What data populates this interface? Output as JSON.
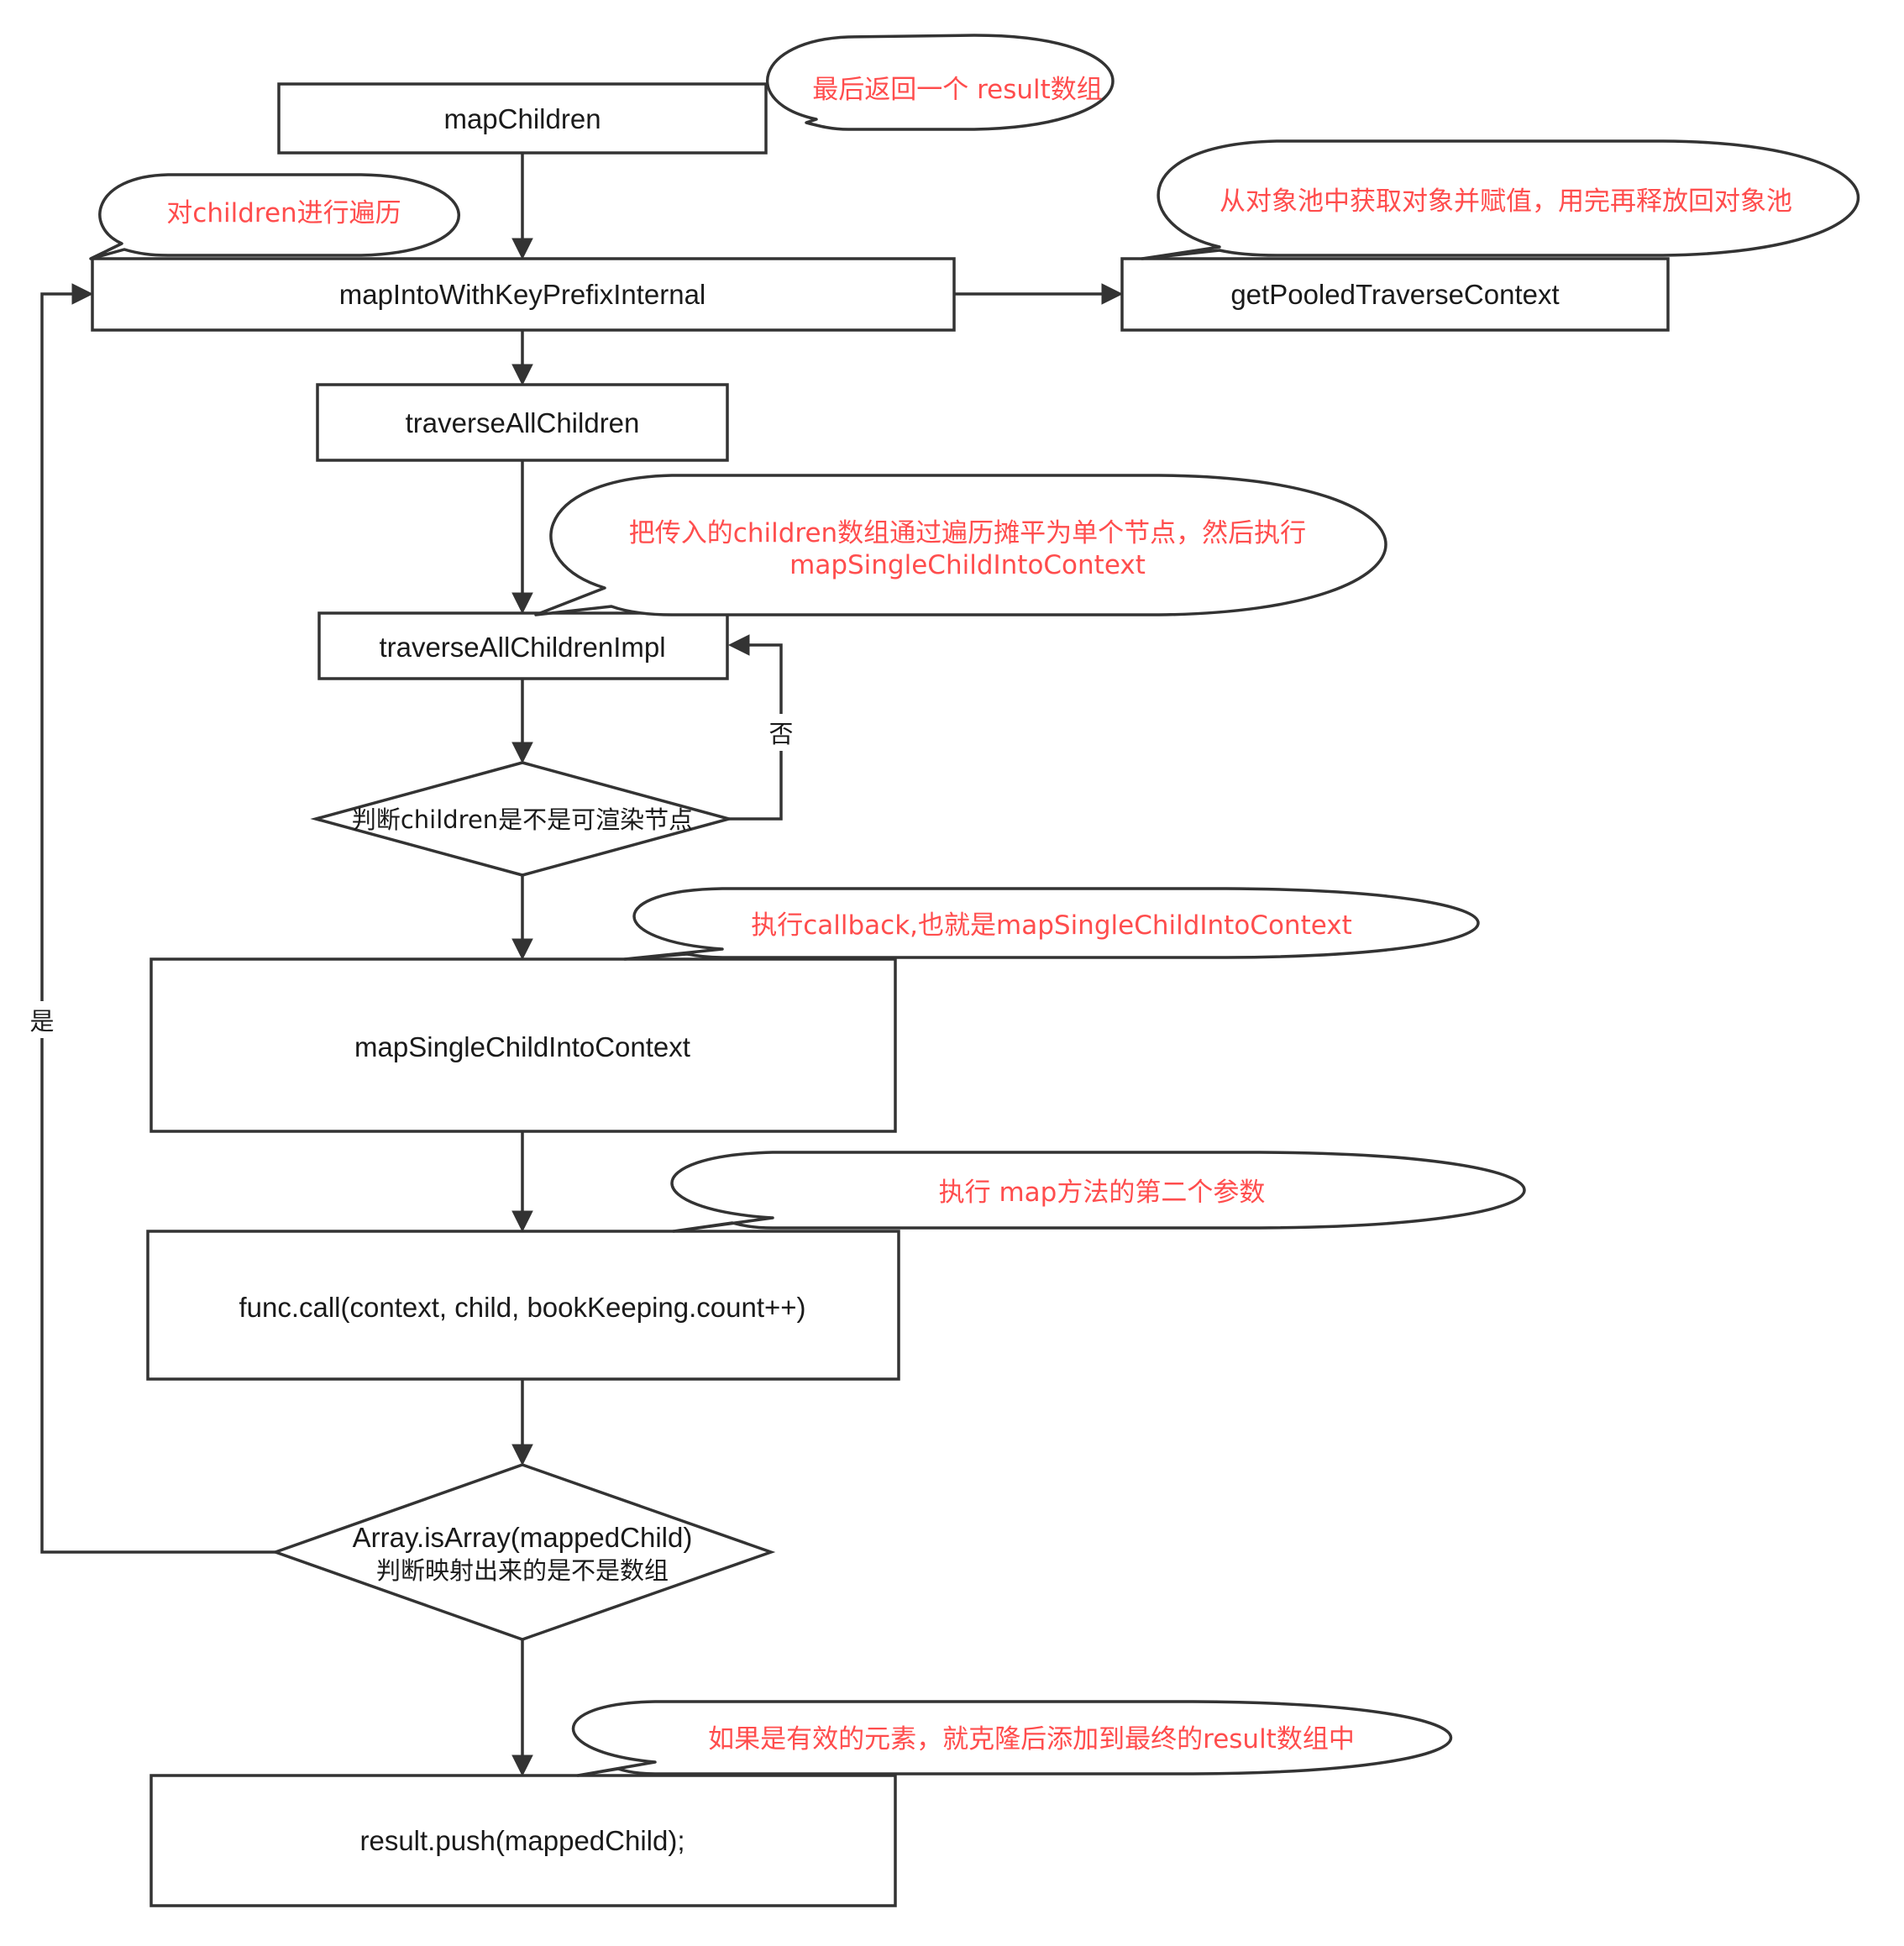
{
  "nodes": {
    "map_children": "mapChildren",
    "map_into_with_key_prefix_internal": "mapIntoWithKeyPrefixInternal",
    "get_pooled_traverse_context": "getPooledTraverseContext",
    "traverse_all_children": "traverseAllChildren",
    "traverse_all_children_impl": "traverseAllChildrenImpl",
    "renderable_check": "判断children是不是可渲染节点",
    "map_single_child_into_context": "mapSingleChildIntoContext",
    "func_call": "func.call(context, child, bookKeeping.count++)",
    "is_array_check_line1": "Array.isArray(mappedChild)",
    "is_array_check_line2": "判断映射出来的是不是数组",
    "result_push": "result.push(mappedChild);"
  },
  "notes": {
    "return_result": "最后返回一个 result数组",
    "traverse_children": "对children进行遍历",
    "object_pool": "从对象池中获取对象并赋值，用完再释放回对象池",
    "flatten_line1": "把传入的children数组通过遍历摊平为单个节点，然后执行",
    "flatten_line2": "mapSingleChildIntoContext",
    "callback": "执行callback,也就是mapSingleChildIntoContext",
    "second_param": "执行 map方法的第二个参数",
    "clone_push": "如果是有效的元素，就克隆后添加到最终的result数组中"
  },
  "edge_labels": {
    "no": "否",
    "yes": "是"
  },
  "colors": {
    "stroke": "#333333",
    "note_text": "#ff4d4d",
    "node_text": "#1a1a1a"
  }
}
